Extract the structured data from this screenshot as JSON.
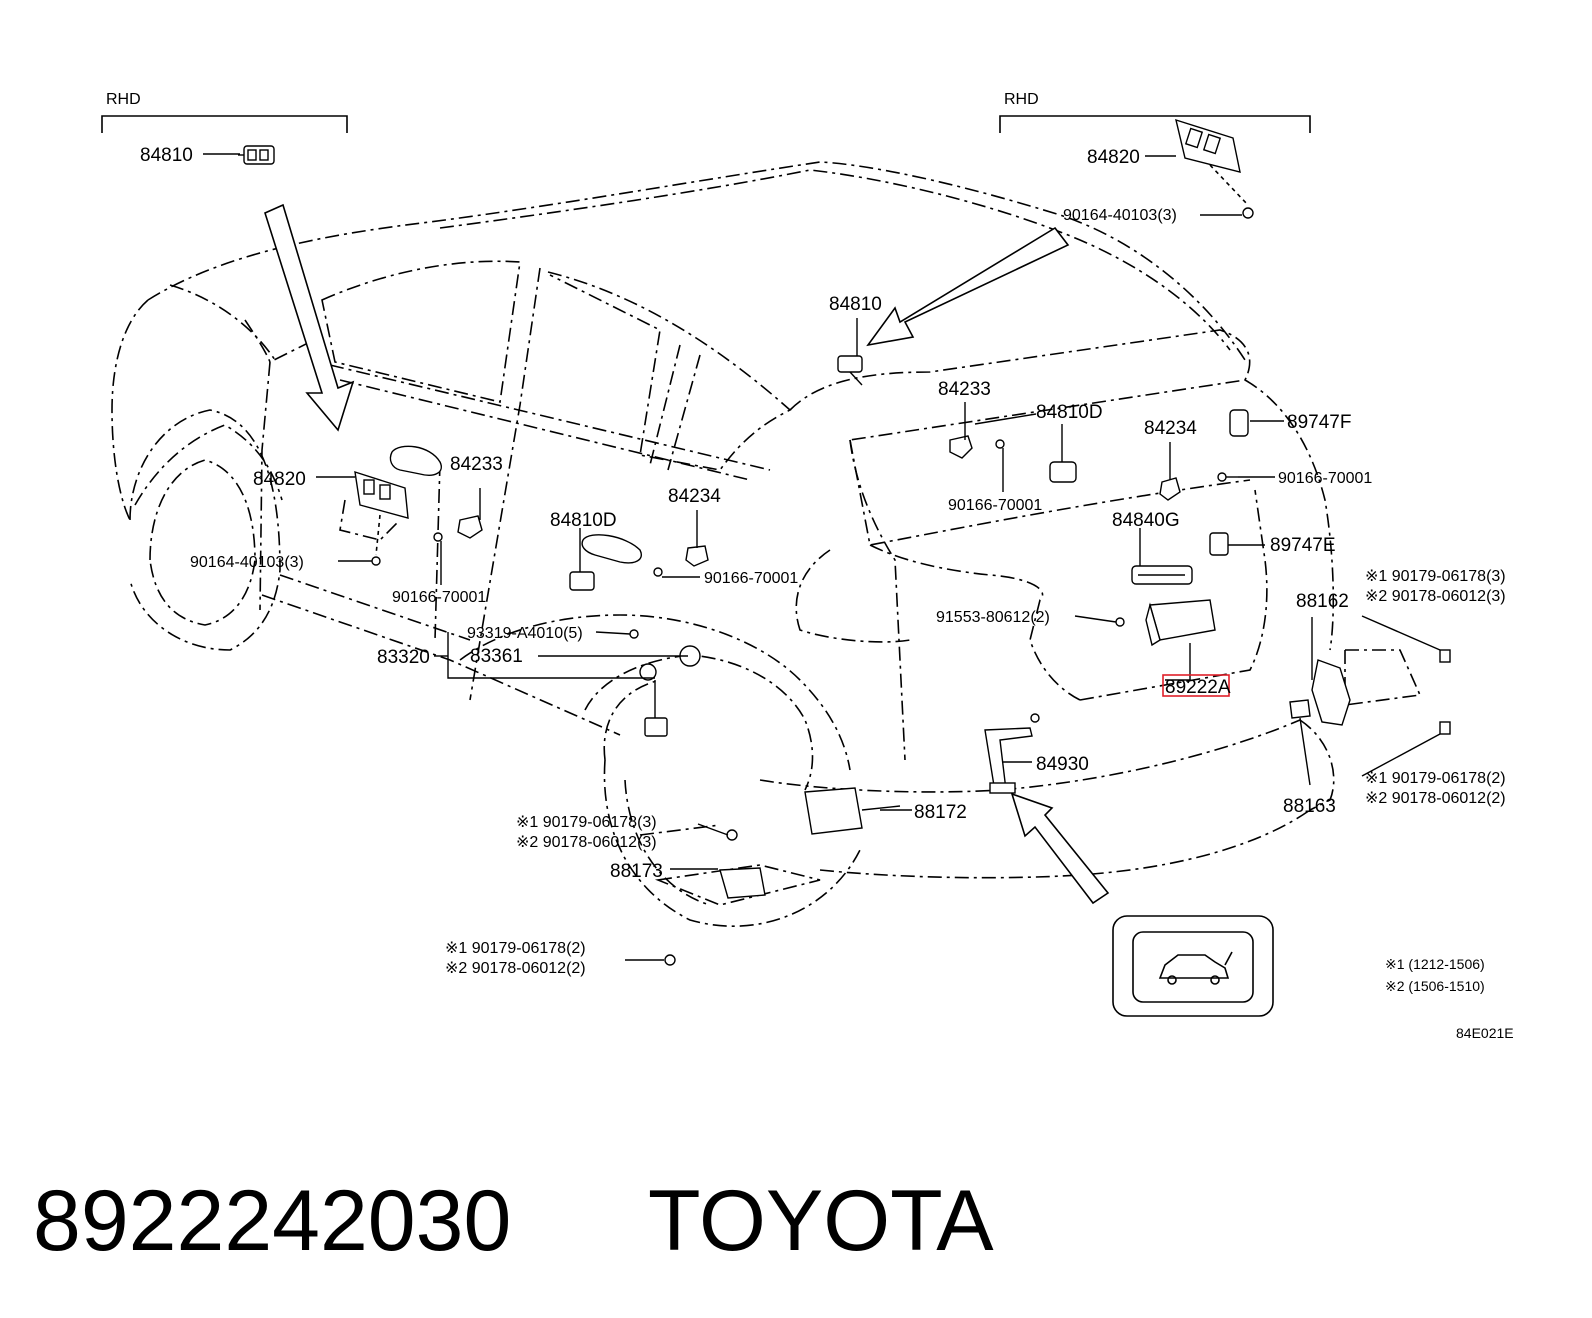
{
  "header": {
    "rhd_left": "RHD",
    "rhd_right": "RHD"
  },
  "labels": {
    "l84810_top": "84810",
    "l84820_top": "84820",
    "l90164_top": "90164-40103(3)",
    "l84810_mid": "84810",
    "l84233_a": "84233",
    "l84810d_a": "84810D",
    "l84234_a": "84234",
    "l89747f": "89747F",
    "l90166_a": "90166-70001",
    "l90166_b": "90166-70001",
    "l84820_left": "84820",
    "l84233_b": "84233",
    "l90164_left": "90164-40103(3)",
    "l90166_c": "90166-70001",
    "l84810d_b": "84810D",
    "l84234_b": "84234",
    "l90166_d": "90166-70001",
    "l84840g": "84840G",
    "l89747e": "89747E",
    "l91553": "91553-80612(2)",
    "l93319": "93319-A4010(5)",
    "l83320": "83320",
    "l83361": "83361",
    "l89222a": "89222A",
    "l88162": "88162",
    "l88162_n1": "※1 90179-06178(3)",
    "l88162_n2": "※2 90178-06012(3)",
    "l88163_n1": "※1 90179-06178(2)",
    "l88163_n2": "※2 90178-06012(2)",
    "l88163": "88163",
    "l84930": "84930",
    "l88172": "88172",
    "l88172_n1": "※1 90179-06178(3)",
    "l88172_n2": "※2 90178-06012(3)",
    "l88173": "88173",
    "l_bottom_n1": "※1 90179-06178(2)",
    "l_bottom_n2": "※2 90178-06012(2)"
  },
  "legend": {
    "note1": "※1 (1212-1506)",
    "note2": "※2 (1506-1510)"
  },
  "diagram_code": "84E021E",
  "footer": {
    "part_number": "8922242030",
    "brand": "TOYOTA"
  },
  "colors": {
    "highlight": "#e0202a",
    "ink": "#000000"
  }
}
